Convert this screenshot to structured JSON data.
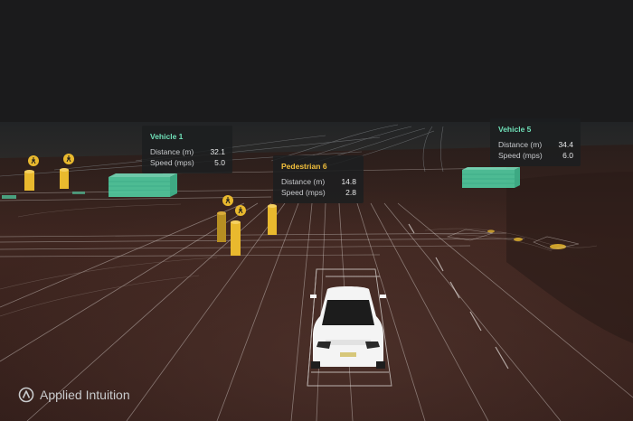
{
  "panels": {
    "vehicle1": {
      "title": "Vehicle 1",
      "distance_label": "Distance (m)",
      "distance_value": "32.1",
      "speed_label": "Speed (mps)",
      "speed_value": "5.0"
    },
    "pedestrian6": {
      "title": "Pedestrian 6",
      "distance_label": "Distance (m)",
      "distance_value": "14.8",
      "speed_label": "Speed (mps)",
      "speed_value": "2.8"
    },
    "vehicle5": {
      "title": "Vehicle 5",
      "distance_label": "Distance (m)",
      "distance_value": "34.4",
      "speed_label": "Speed (mps)",
      "speed_value": "6.0"
    }
  },
  "logo": {
    "text": "Applied Intuition",
    "icon": "applied-intuition-logo-icon"
  },
  "colors": {
    "sky": "#1b1b1c",
    "ground": "#3a2420",
    "vehicle_box": "#52d6a8",
    "pedestrian": "#e9b92e",
    "ego_car": "#ffffff"
  }
}
